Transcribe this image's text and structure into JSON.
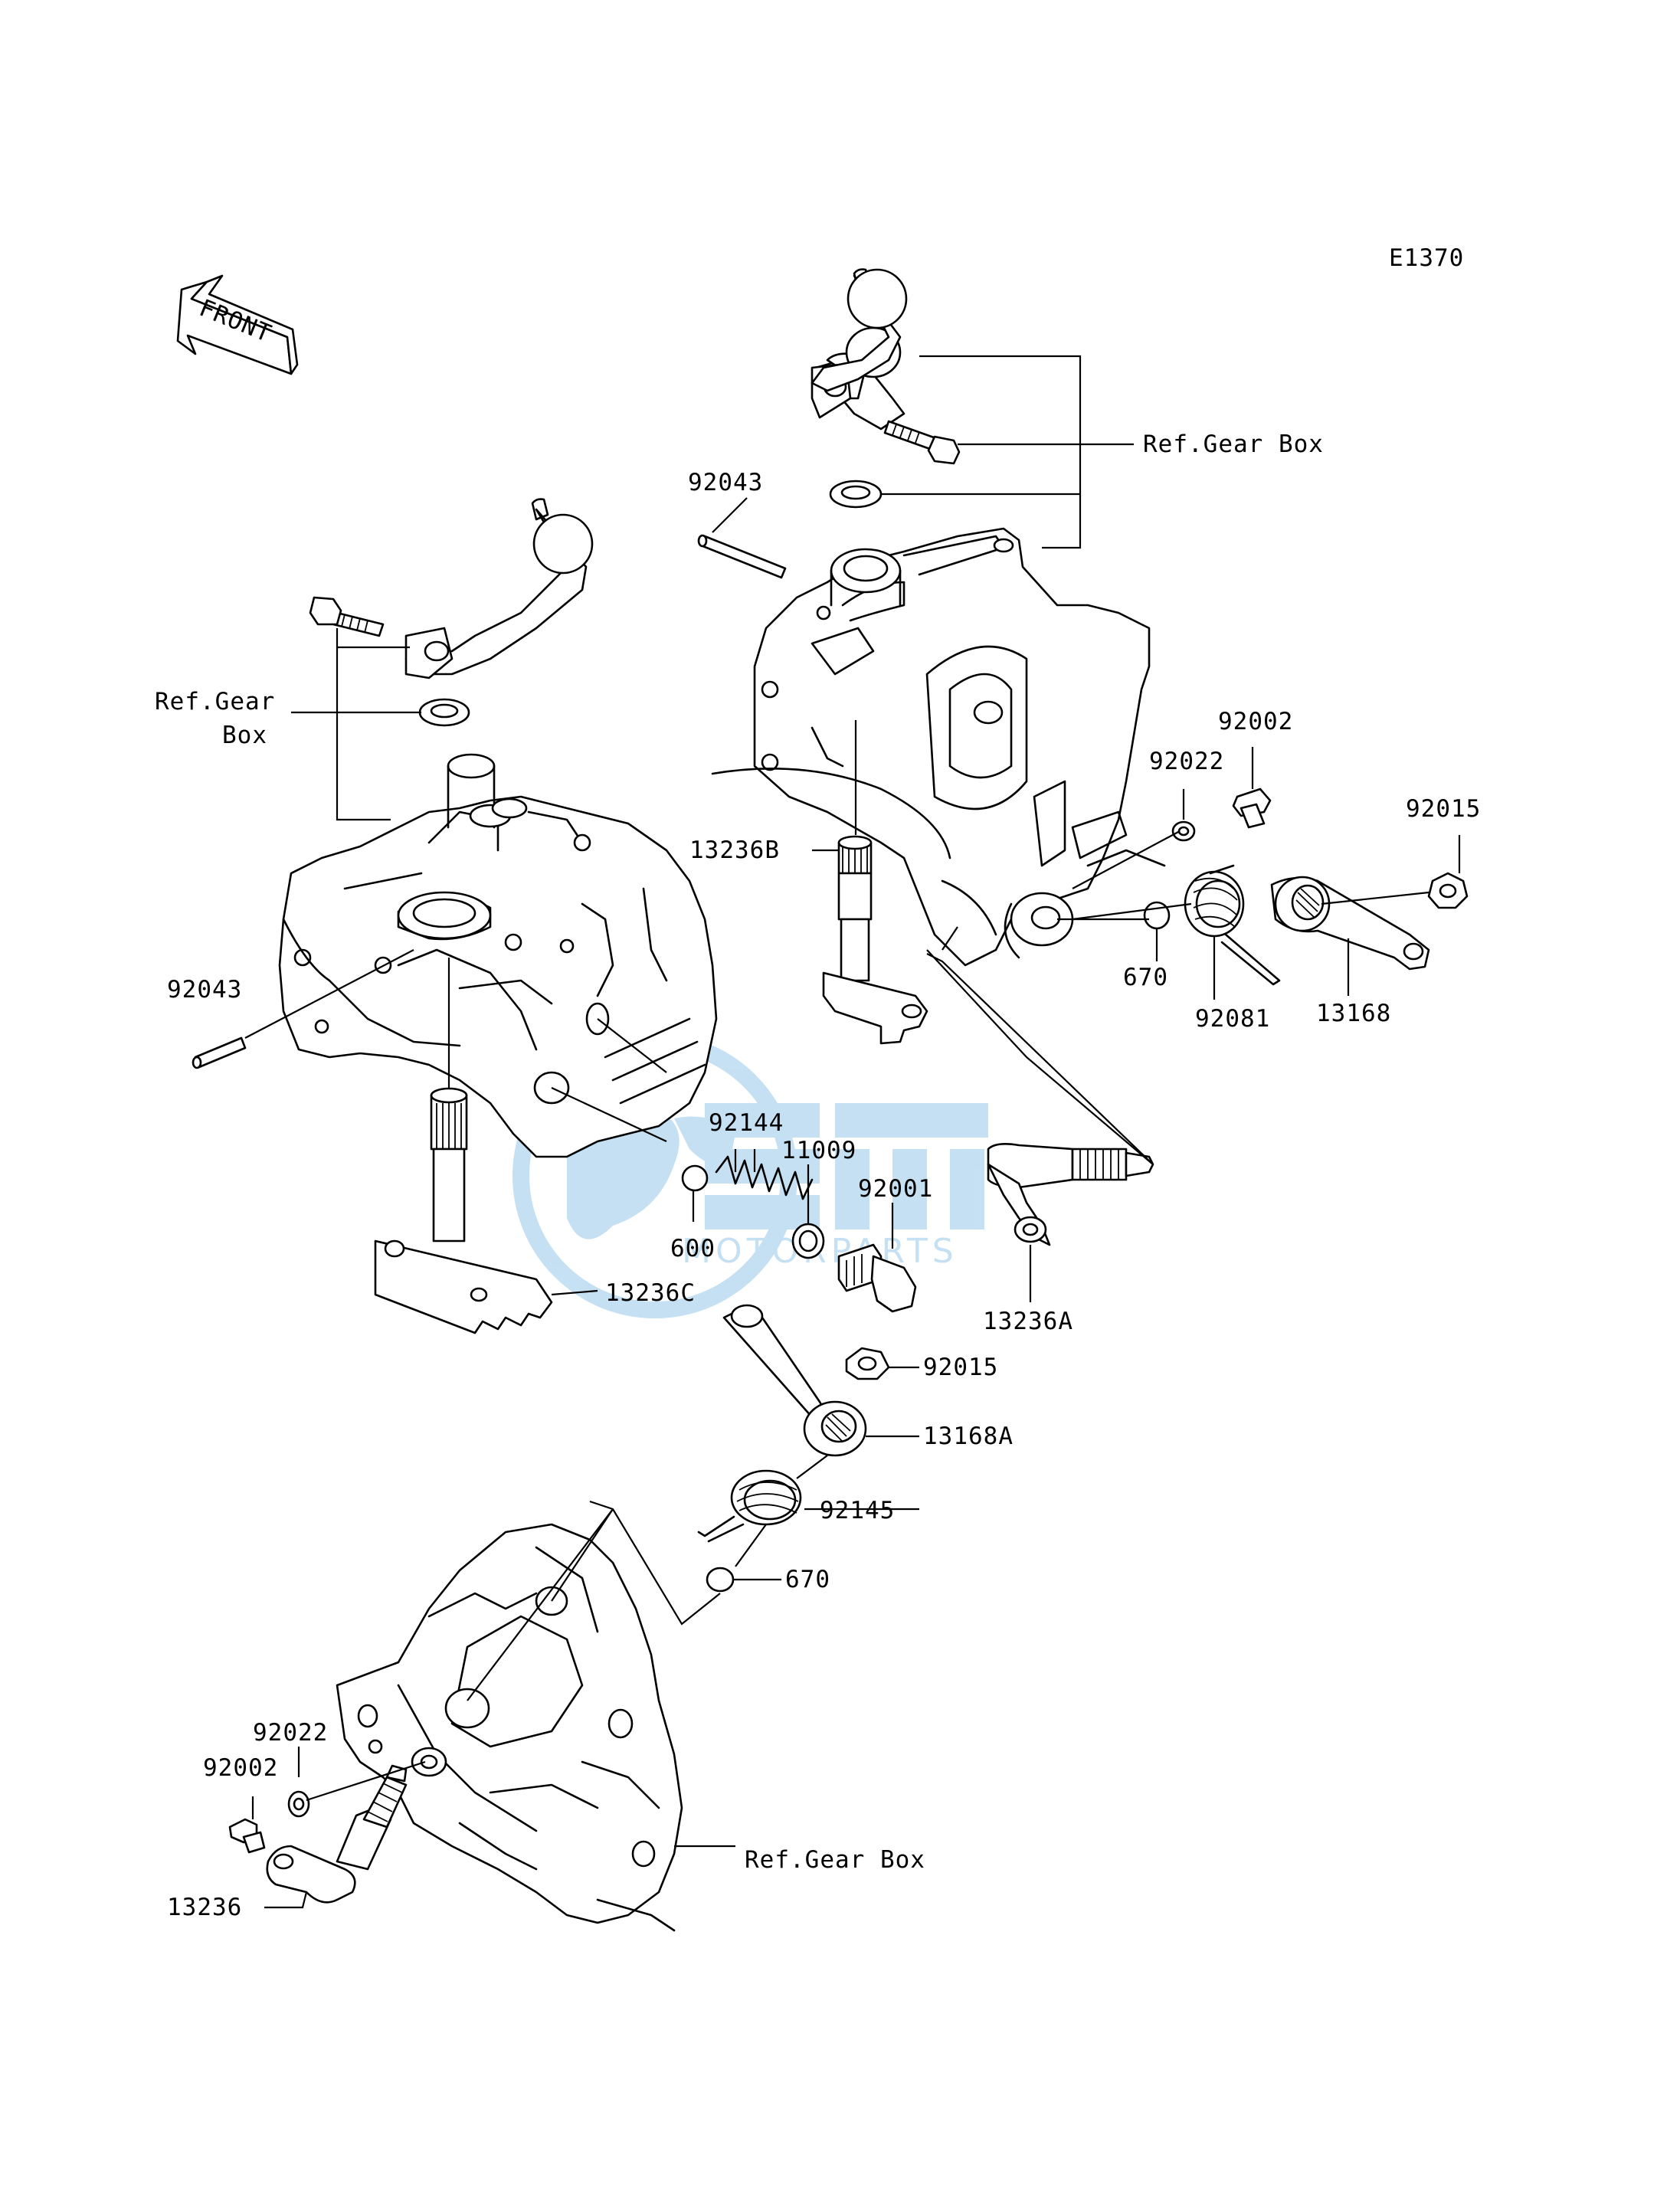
{
  "diagram_code": "E1370",
  "front_marker": {
    "label": "FRONT",
    "icon": "front-direction-arrow-icon"
  },
  "watermark": {
    "logo": "OEM MOTORPARTS",
    "text": "MOTORPARTS",
    "color": "#5aa8dc"
  },
  "callouts": {
    "ref_gear_box_top": "Ref.Gear Box",
    "ref_gear_box_left_1": "Ref.Gear",
    "ref_gear_box_left_2": "Box",
    "ref_gear_box_bottom": "Ref.Gear Box",
    "p92043_top": "92043",
    "p92043_left": "92043",
    "p92002_right": "92002",
    "p92022_right": "92022",
    "p92015_right": "92015",
    "p13236B": "13236B",
    "p670_right": "670",
    "p92081": "92081",
    "p13168": "13168",
    "p92144": "92144",
    "p11009": "11009",
    "p92001": "92001",
    "p600": "600",
    "p13236C": "13236C",
    "p13236A": "13236A",
    "p92015_mid": "92015",
    "p13168A": "13168A",
    "p92145": "92145",
    "p670_mid": "670",
    "p92022_bottom": "92022",
    "p92002_bottom": "92002",
    "p13236": "13236"
  }
}
